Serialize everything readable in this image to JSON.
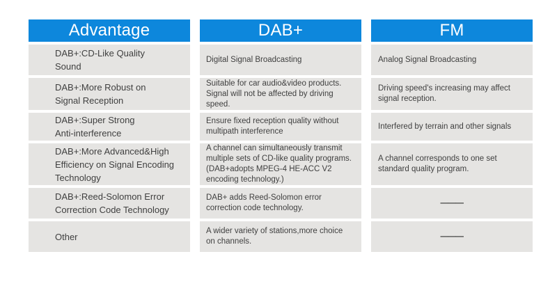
{
  "colors": {
    "header_bg": "#0d87dc",
    "header_text": "#ffffff",
    "cell_bg": "#e5e4e2",
    "cell_text": "#3f3f3f",
    "page_bg": "#ffffff"
  },
  "chart_data": {
    "type": "table",
    "title": "",
    "columns": [
      {
        "header": "Advantage",
        "cells": [
          "DAB+:CD-Like Quality\nSound",
          "DAB+:More Robust on\nSignal Reception",
          "DAB+:Super Strong\nAnti-interference",
          "DAB+:More Advanced&High\nEfficiency on Signal Encoding\nTechnology",
          "DAB+:Reed-Solomon Error\nCorrection Code Technology",
          "Other"
        ]
      },
      {
        "header": "DAB+",
        "cells": [
          "Digital Signal Broadcasting",
          "Suitable for car audio&video products.\nSignal will not be affected by driving\nspeed.",
          "Ensure fixed reception quality without\nmultipath interference",
          "A channel can simultaneously transmit\nmultiple sets of CD-like quality programs.\n(DAB+adopts MPEG-4 HE-ACC V2\nencoding technology.)",
          "DAB+ adds Reed-Solomon error\ncorrection code technology.",
          "A wider variety of stations,more choice\non channels."
        ]
      },
      {
        "header": "FM",
        "cells": [
          "Analog Signal Broadcasting",
          "Driving speed's increasing may affect\nsignal reception.",
          "Interfered by terrain and other signals",
          "A channel corresponds to one set\nstandard quality program.",
          "———",
          "———"
        ]
      }
    ]
  }
}
